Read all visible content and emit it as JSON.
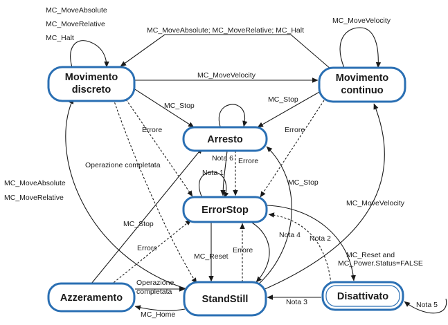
{
  "states": {
    "movimento_discreto": [
      "Movimento",
      "discreto"
    ],
    "movimento_continuo": [
      "Movimento",
      "continuo"
    ],
    "arresto": "Arresto",
    "errorstop": "ErrorStop",
    "azzeramento": "Azzeramento",
    "standstill": "StandStill",
    "disattivato": "Disattivato"
  },
  "labels": {
    "self_discreto": [
      "MC_MoveAbsolute",
      "MC_MoveRelative",
      "MC_Halt"
    ],
    "continuo_to_discreto": "MC_MoveAbsolute; MC_MoveRelative; MC_Halt",
    "self_continuo": "MC_MoveVelocity",
    "discreto_to_continuo": "MC_MoveVelocity",
    "discreto_to_arresto": "MC_Stop",
    "continuo_to_arresto": "MC_Stop",
    "discreto_errore": "Errore",
    "continuo_errore": "Errore",
    "operazione_completata": "Operazione completata",
    "standstill_to_discreto": [
      "MC_MoveAbsolute",
      "MC_MoveRelative"
    ],
    "azzeramento_to_arresto": "MC_Stop",
    "azzeramento_errore": "Errore",
    "nota6": "Nota 6",
    "arresto_errore": "Errore",
    "nota1": "Nota 1",
    "standstill_to_arresto": "MC_Stop",
    "standstill_to_continuo": "MC_MoveVelocity",
    "errorstop_to_standstill": "MC_Reset",
    "standstill_errore": "Errore",
    "nota4": "Nota 4",
    "nota2": "Nota 2",
    "errorstop_to_disattivato": [
      "MC_Reset and",
      "MC_Power.Status=FALSE"
    ],
    "azzeramento_to_standstill": [
      "Operazione",
      "completata"
    ],
    "standstill_to_azzeramento": "MC_Home",
    "nota3": "Nota 3",
    "nota5": "Nota 5"
  }
}
